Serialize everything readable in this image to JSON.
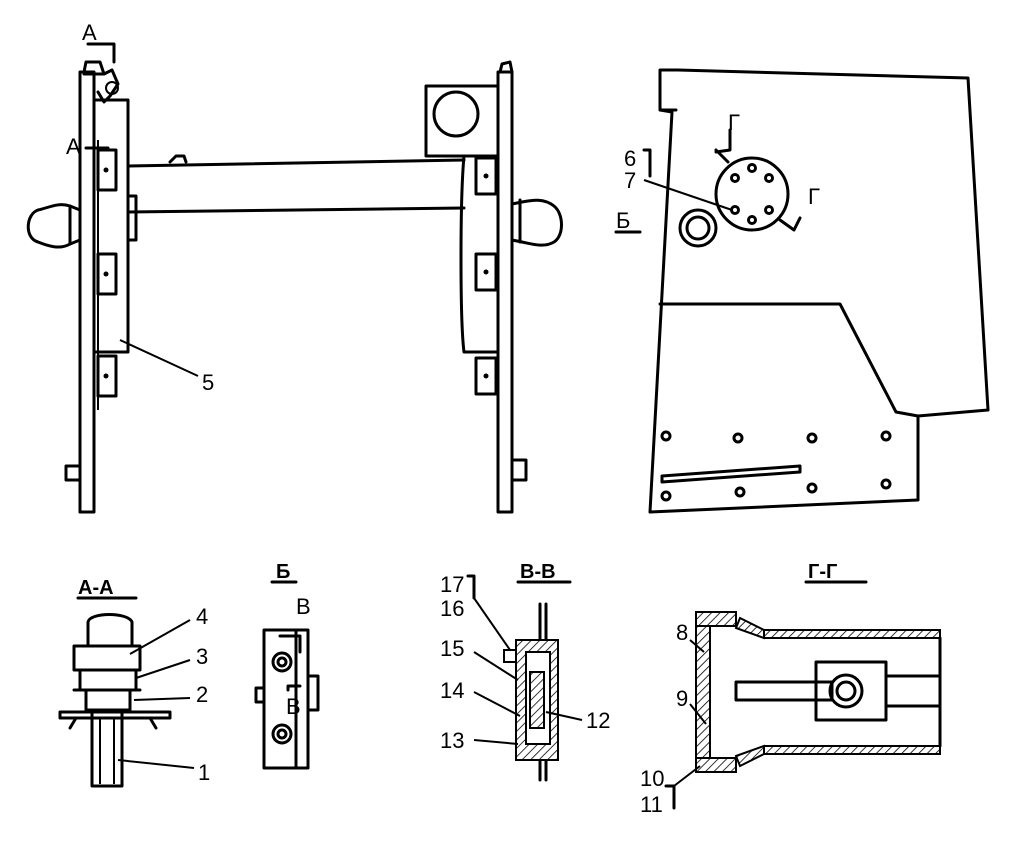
{
  "section_marks": {
    "a_top": "А",
    "a_bottom": "А",
    "b_view": "Б",
    "g_top": "Г",
    "g_right": "Г",
    "v_top": "В",
    "v_bottom": "В"
  },
  "view_titles": {
    "aa": "А-А",
    "b": "Б",
    "vv": "В-В",
    "gg": "Г-Г"
  },
  "callouts": {
    "c1": "1",
    "c2": "2",
    "c3": "3",
    "c4": "4",
    "c5": "5",
    "c6": "6",
    "c7": "7",
    "c8": "8",
    "c9": "9",
    "c10": "10",
    "c11": "11",
    "c12": "12",
    "c13": "13",
    "c14": "14",
    "c15": "15",
    "c16": "16",
    "c17": "17"
  },
  "colors": {
    "ink": "#000000",
    "paper": "#ffffff"
  }
}
